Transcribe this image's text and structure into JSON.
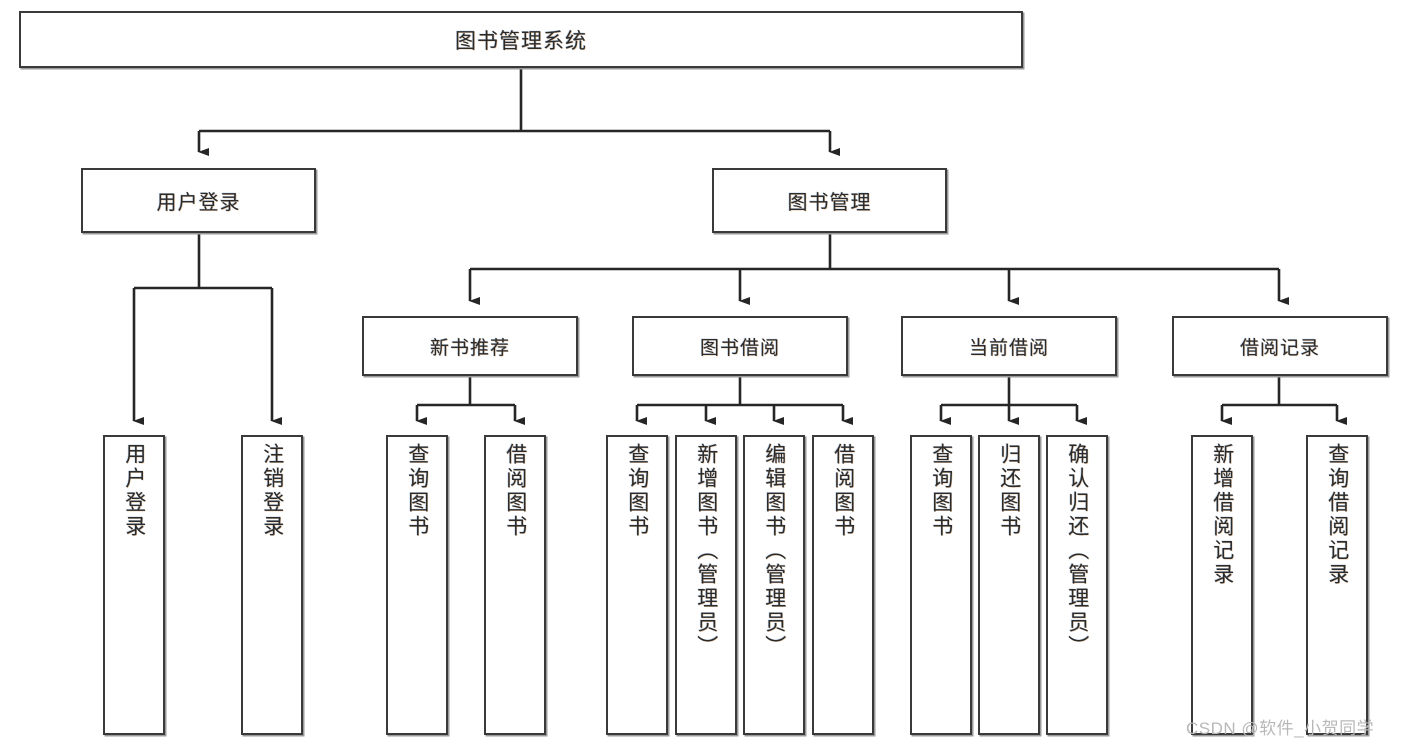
{
  "diagram": {
    "title": "图书管理系统",
    "type": "tree-hierarchy-diagram",
    "colors": {
      "background": "#ffffff",
      "node_border": "#3a3a3a",
      "node_fill": "#ffffff",
      "edge": "#262626",
      "text": "#2b2b2b",
      "watermark": "#b8b8b8"
    },
    "root": {
      "label": "图书管理系统"
    },
    "level2": [
      {
        "label": "用户登录"
      },
      {
        "label": "图书管理"
      }
    ],
    "level3": [
      {
        "label": "新书推荐"
      },
      {
        "label": "图书借阅"
      },
      {
        "label": "当前借阅"
      },
      {
        "label": "借阅记录"
      }
    ],
    "leaves": {
      "user_login": [
        {
          "label": "用户登录"
        },
        {
          "label": "注销登录"
        }
      ],
      "new_book_recommend": [
        {
          "label": "查询图书"
        },
        {
          "label": "借阅图书"
        }
      ],
      "book_borrow": [
        {
          "label": "查询图书"
        },
        {
          "label": "新增图书（管理员）"
        },
        {
          "label": "编辑图书（管理员）"
        },
        {
          "label": "借阅图书"
        }
      ],
      "current_borrow": [
        {
          "label": "查询图书"
        },
        {
          "label": "归还图书"
        },
        {
          "label": "确认归还（管理员）"
        }
      ],
      "borrow_records": [
        {
          "label": "新增借阅记录"
        },
        {
          "label": "查询借阅记录"
        }
      ]
    },
    "watermark": "CSDN @软件_小贺同学"
  }
}
